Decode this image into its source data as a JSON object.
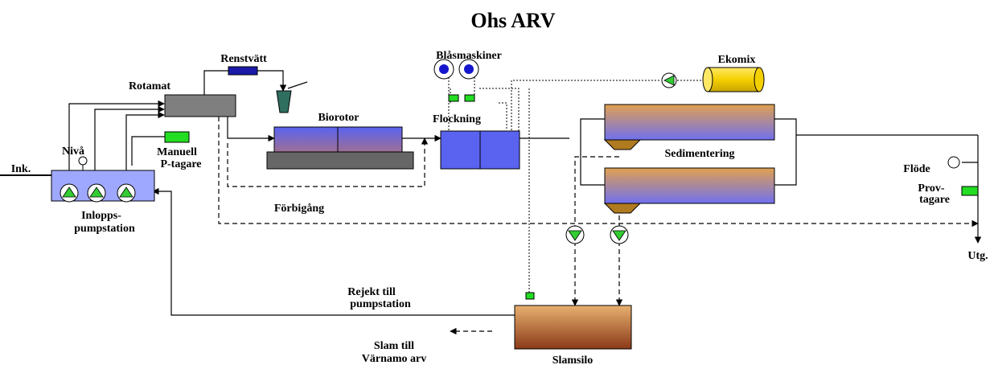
{
  "title": "Ohs ARV",
  "labels": {
    "renstvatt": "Renstvätt",
    "blasmaskiner": "Blåsmaskiner",
    "ekomix": "Ekomix",
    "rotamat": "Rotamat",
    "biorotor": "Biorotor",
    "flockning": "Flockning",
    "niva": "Nivå",
    "manuell_1": "Manuell",
    "manuell_2": "P-tagare",
    "ink": "Ink.",
    "sedimentering": "Sedimentering",
    "flode": "Flöde",
    "provtagare_1": "Prov-",
    "provtagare_2": "tagare",
    "inlopp_1": "Inlopps-",
    "inlopp_2": "pumpstation",
    "forbigang": "Förbigång",
    "utg": "Utg.",
    "rejekt_1": "Rejekt till",
    "rejekt_2": "pumpstation",
    "slam_1": "Slam till",
    "slam_2": "Värnamo arv",
    "slamsilo": "Slamsilo"
  },
  "colors": {
    "pump_green": "#33cc33",
    "indicator_green": "#22dd22",
    "rotamat_grey": "#7f7f7f",
    "biorotor_base": "#666666",
    "blue_unit": "#5a63f0",
    "renstvatt_blue": "#1a1aa8",
    "screen_teal": "#2f6f5f",
    "blower_blue": "#1515cc",
    "ekomix_yellow": "#f5d000",
    "sed_top": "#e0a050",
    "sed_bottom": "#7070ee",
    "cone_brown": "#b07a20",
    "silo_top": "#e8b070",
    "silo_bottom": "#8b3a18"
  }
}
